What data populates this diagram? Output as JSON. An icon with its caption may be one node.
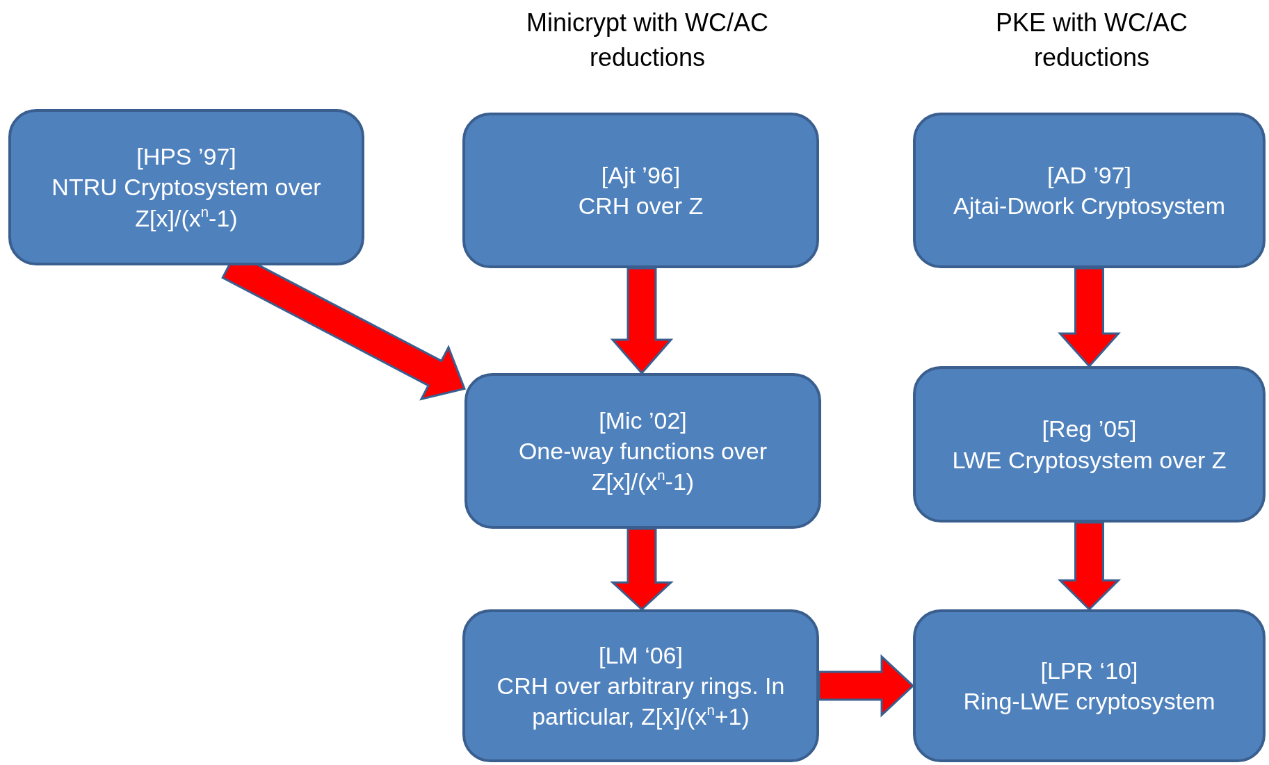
{
  "diagram": {
    "nodes": [
      {
        "text": [
          "[HPS ’97]",
          "NTRU Cryptosystem over Z[x]/(x$^{n}$-1)"
        ]
      },
      {
        "text": [
          "[Ajt ’96]",
          "CRH over Z"
        ]
      },
      {
        "text": [
          "[AD ’97]",
          "Ajtai-Dwork Cryptosystem"
        ]
      },
      {
        "text": [
          "[Mic ’02]",
          "One-way functions over Z[x]/(x$^{n}$-1)"
        ]
      },
      {
        "text": [
          "[Reg ’05]",
          "LWE Cryptosystem over Z"
        ]
      },
      {
        "text": [
          "[LM ‘06]",
          "CRH over arbitrary rings.  In particular, Z[x]/(x$^{n}$+1)"
        ]
      },
      {
        "text": [
          "[LPR ‘10]",
          "Ring-LWE cryptosystem"
        ]
      }
    ],
    "edges": [
      {
        "from": 0,
        "to": 3,
        "arrow": "to"
      },
      {
        "from": 1,
        "to": 3,
        "arrow": "to"
      },
      {
        "from": 2,
        "to": 4,
        "arrow": "to"
      },
      {
        "from": 3,
        "to": 5,
        "arrow": "to"
      },
      {
        "from": 4,
        "to": 6,
        "arrow": "to"
      },
      {
        "from": 5,
        "to": 6,
        "arrow": "to"
      }
    ],
    "labels": [
      "Minicrypt with WC/AC reductions",
      "PKE with WC/AC reductions"
    ]
  }
}
